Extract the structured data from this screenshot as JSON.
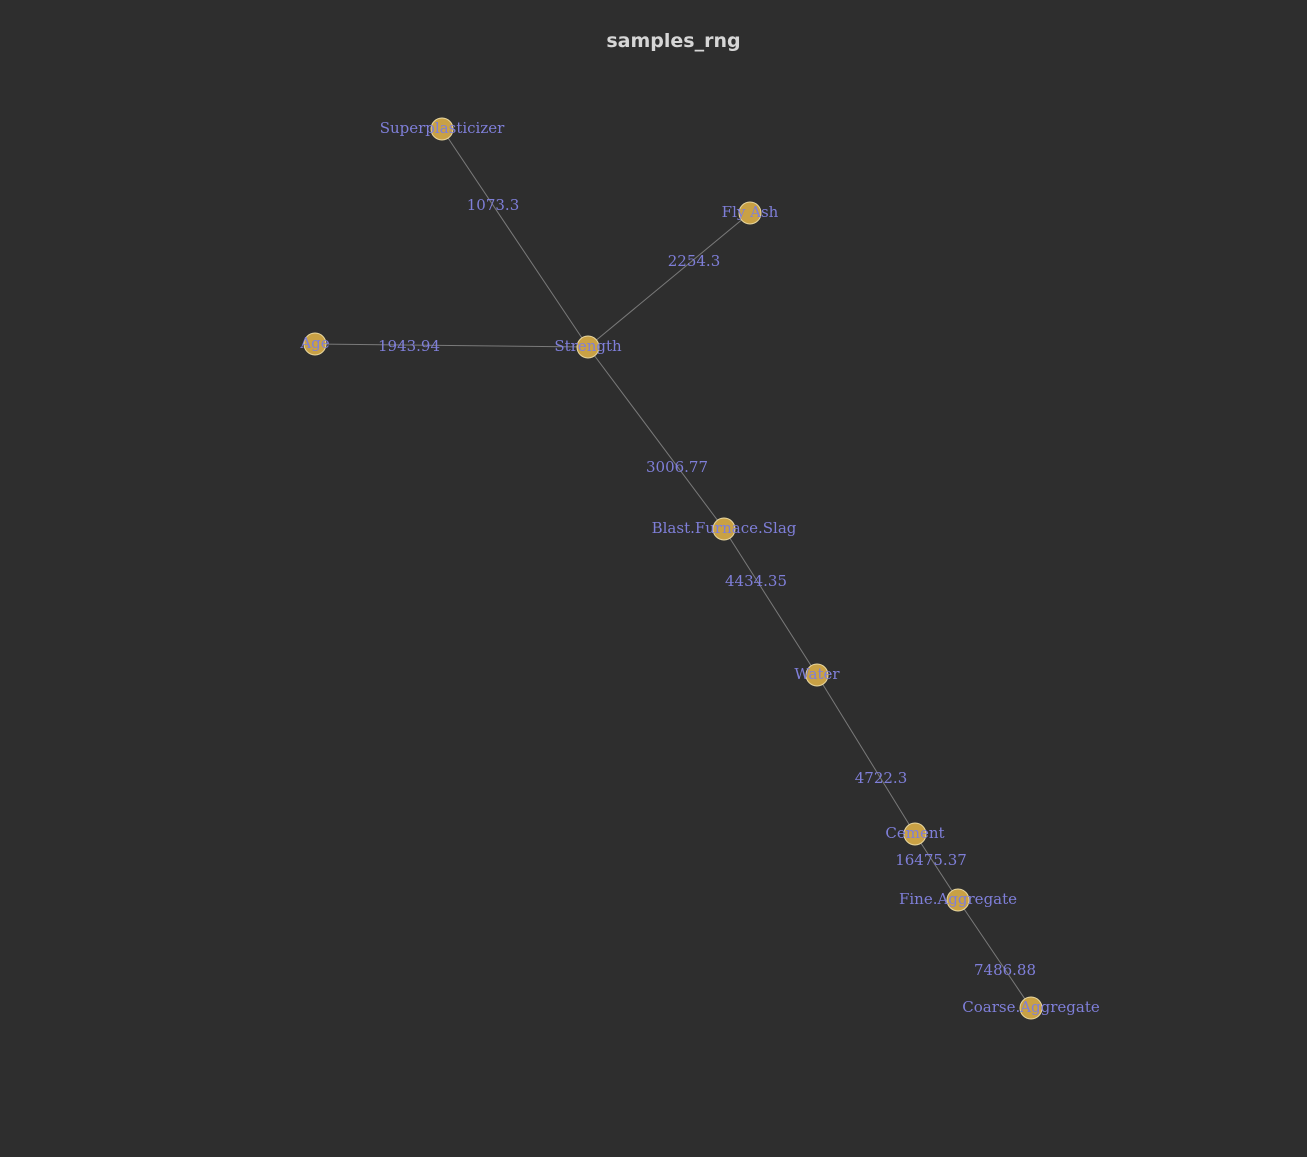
{
  "title": "samples_rng",
  "colors": {
    "background": "#2e2e2e",
    "node_fill": "#c9a145",
    "edge": "#7a7a7a",
    "label": "#7f7fd9"
  },
  "nodes": [
    {
      "id": "superplasticizer",
      "label": "Superplasticizer"
    },
    {
      "id": "fly-ash",
      "label": "Fly Ash"
    },
    {
      "id": "age",
      "label": "Age"
    },
    {
      "id": "strength",
      "label": "Strength"
    },
    {
      "id": "blast-furnace-slag",
      "label": "Blast.Furnace.Slag"
    },
    {
      "id": "water",
      "label": "Water"
    },
    {
      "id": "cement",
      "label": "Cement"
    },
    {
      "id": "fine-aggregate",
      "label": "Fine.Aggregate"
    },
    {
      "id": "coarse-aggregate",
      "label": "Coarse.Aggregate"
    }
  ],
  "edges": [
    {
      "source": "superplasticizer",
      "target": "strength",
      "label": "1073.3"
    },
    {
      "source": "fly-ash",
      "target": "strength",
      "label": "2254.3"
    },
    {
      "source": "age",
      "target": "strength",
      "label": "1943.94"
    },
    {
      "source": "strength",
      "target": "blast-furnace-slag",
      "label": "3006.77"
    },
    {
      "source": "blast-furnace-slag",
      "target": "water",
      "label": "4434.35"
    },
    {
      "source": "water",
      "target": "cement",
      "label": "4722.3"
    },
    {
      "source": "cement",
      "target": "fine-aggregate",
      "label": "16475.37"
    },
    {
      "source": "fine-aggregate",
      "target": "coarse-aggregate",
      "label": "7486.88"
    }
  ]
}
